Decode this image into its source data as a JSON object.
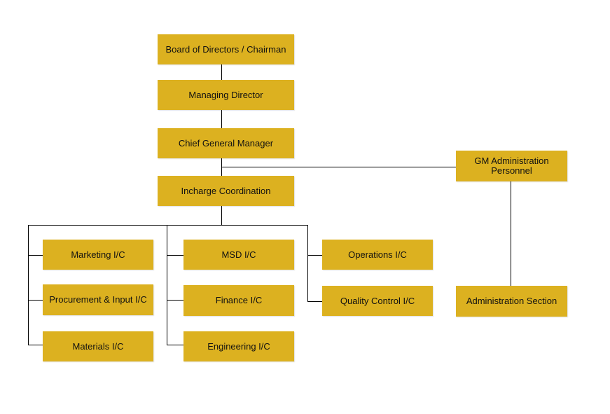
{
  "org_chart": {
    "nodes": {
      "board": "Board of Directors / Chairman",
      "md": "Managing Director",
      "cgm": "Chief General Manager",
      "incharge": "Incharge Coordination",
      "gm_admin": "GM Administration Personnel",
      "admin_section": "Administration Section",
      "marketing": "Marketing I/C",
      "procurement": "Procurement & Input I/C",
      "materials": "Materials I/C",
      "msd": "MSD I/C",
      "finance": "Finance I/C",
      "engineering": "Engineering I/C",
      "operations": "Operations I/C",
      "quality": "Quality Control I/C"
    },
    "colors": {
      "box_fill": "#dcb120",
      "connector": "#000000"
    }
  }
}
